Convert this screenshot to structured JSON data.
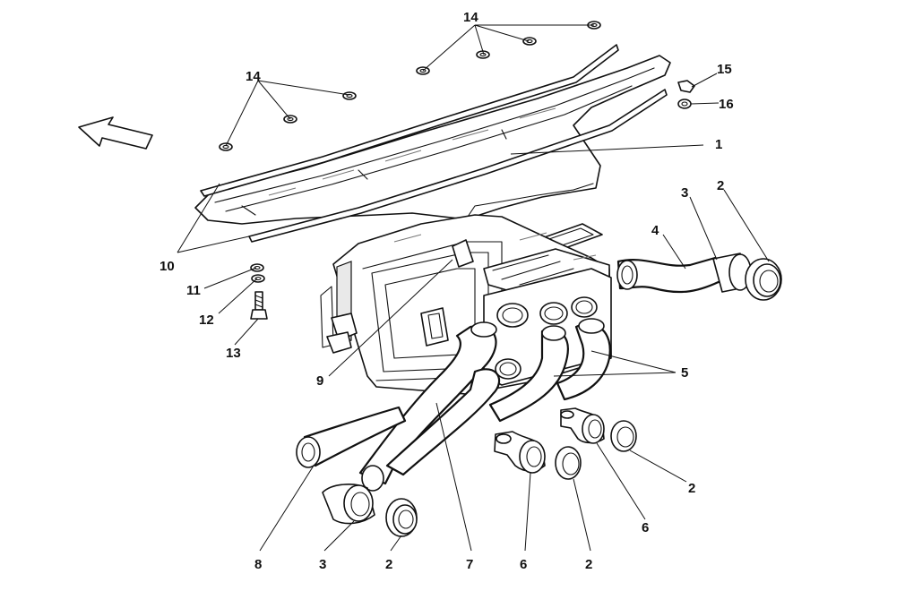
{
  "diagram": {
    "callouts": [
      {
        "id": "c1",
        "label": "1"
      },
      {
        "id": "c2a",
        "label": "2"
      },
      {
        "id": "c2b",
        "label": "2"
      },
      {
        "id": "c2c",
        "label": "2"
      },
      {
        "id": "c2d",
        "label": "2"
      },
      {
        "id": "c3a",
        "label": "3"
      },
      {
        "id": "c3b",
        "label": "3"
      },
      {
        "id": "c4",
        "label": "4"
      },
      {
        "id": "c5",
        "label": "5"
      },
      {
        "id": "c6a",
        "label": "6"
      },
      {
        "id": "c6b",
        "label": "6"
      },
      {
        "id": "c7",
        "label": "7"
      },
      {
        "id": "c8",
        "label": "8"
      },
      {
        "id": "c9",
        "label": "9"
      },
      {
        "id": "c10",
        "label": "10"
      },
      {
        "id": "c11",
        "label": "11"
      },
      {
        "id": "c12",
        "label": "12"
      },
      {
        "id": "c13",
        "label": "13"
      },
      {
        "id": "c14a",
        "label": "14"
      },
      {
        "id": "c14b",
        "label": "14"
      },
      {
        "id": "c15",
        "label": "15"
      },
      {
        "id": "c16",
        "label": "16"
      }
    ],
    "parts": [
      {
        "name": "direction-arrow",
        "icon": "arrow-icon"
      },
      {
        "name": "cover-panel",
        "icon": "panel-icon"
      },
      {
        "name": "seal-strip",
        "icon": "seal-icon"
      },
      {
        "name": "heater-unit",
        "icon": "box-icon"
      },
      {
        "name": "hose",
        "icon": "hose-icon"
      },
      {
        "name": "vent-nozzle",
        "icon": "nozzle-icon"
      },
      {
        "name": "clip-nut",
        "icon": "nut-icon"
      },
      {
        "name": "screw",
        "icon": "screw-icon"
      }
    ],
    "colors": {
      "line": "#111111",
      "background": "#ffffff"
    }
  }
}
